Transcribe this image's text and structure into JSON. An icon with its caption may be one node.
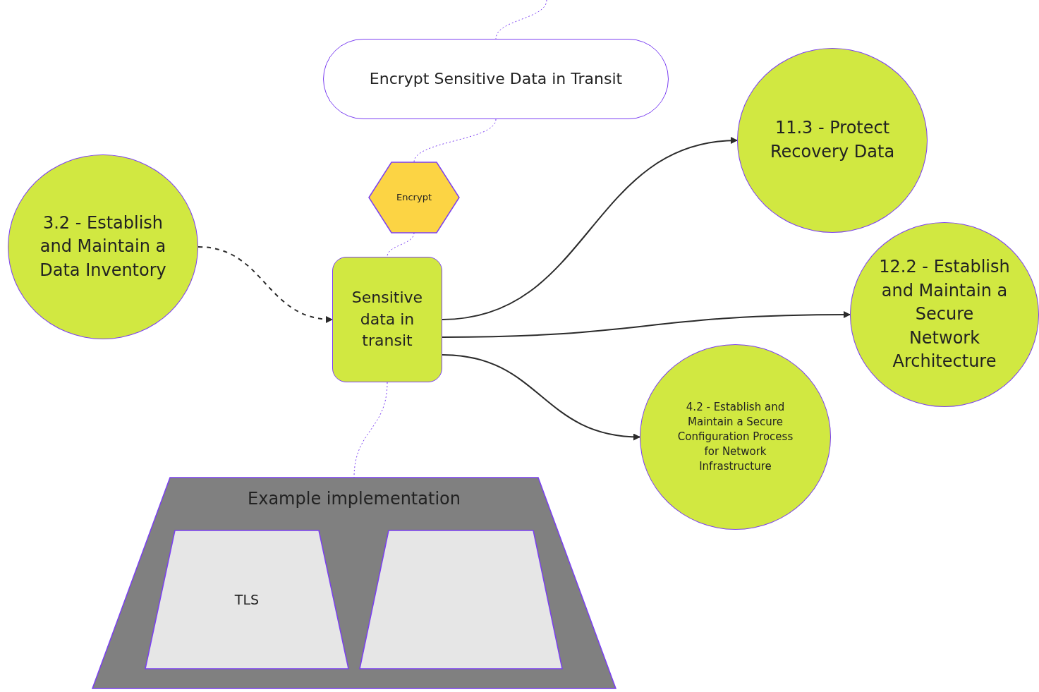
{
  "diagram": {
    "nodes": [
      {
        "text": [
          "Encrypt Sensitive Data in Transit"
        ]
      },
      {
        "text": [
          "Encrypt"
        ]
      },
      {
        "text": [
          "Sensitive data in transit"
        ]
      },
      {
        "text": [
          "3.2 - Establish and Maintain a Data Inventory"
        ]
      },
      {
        "text": [
          "11.3 - Protect Recovery Data"
        ]
      },
      {
        "text": [
          "12.2 - Establish and Maintain a Secure Network Architecture"
        ]
      },
      {
        "text": [
          "4.2 - Establish and Maintain a Secure Configuration Process for Network Infrastructure"
        ]
      },
      {
        "text": [
          "Example implementation"
        ]
      },
      {
        "text": [
          "TLS"
        ],
        "in": 7
      },
      {
        "text": [],
        "shape": "box",
        "in": 7
      }
    ],
    "edges": [
      {
        "from": null,
        "to": 0,
        "arrow": "none",
        "style": "dashed",
        "color": "#7b3ff2"
      },
      {
        "from": 0,
        "to": 1,
        "arrow": "none",
        "style": "dashed",
        "color": "#7b3ff2"
      },
      {
        "from": 1,
        "to": 2,
        "arrow": "none",
        "style": "dashed",
        "color": "#7b3ff2"
      },
      {
        "from": 2,
        "to": 7,
        "arrow": "none",
        "style": "dashed",
        "color": "#7b3ff2"
      },
      {
        "from": 3,
        "to": 2,
        "arrow": "to",
        "style": "dashed",
        "color": "#2b2b2b"
      },
      {
        "from": 2,
        "to": 4,
        "arrow": "to",
        "color": "#2b2b2b"
      },
      {
        "from": 2,
        "to": 5,
        "arrow": "to",
        "color": "#2b2b2b"
      },
      {
        "from": 2,
        "to": 6,
        "arrow": "to",
        "color": "#2b2b2b"
      }
    ]
  }
}
